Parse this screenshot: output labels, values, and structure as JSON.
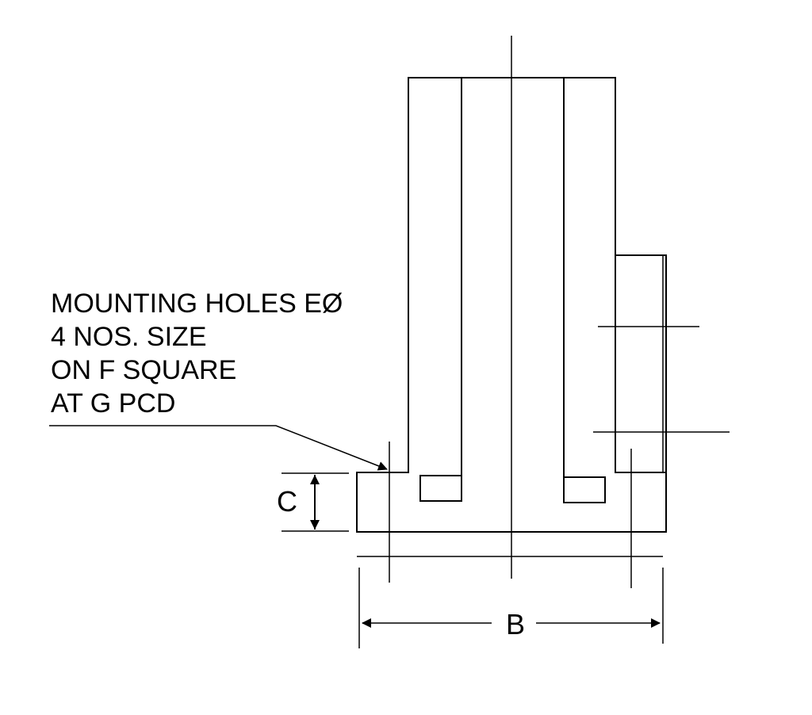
{
  "note": {
    "line1": "MOUNTING HOLES EØ",
    "line2": "4 NOS. SIZE",
    "line3": "ON F SQUARE",
    "line4": "AT G PCD"
  },
  "dimensions": {
    "width_label": "B",
    "height_label": "C"
  },
  "colors": {
    "line": "#000000",
    "background": "#ffffff"
  }
}
